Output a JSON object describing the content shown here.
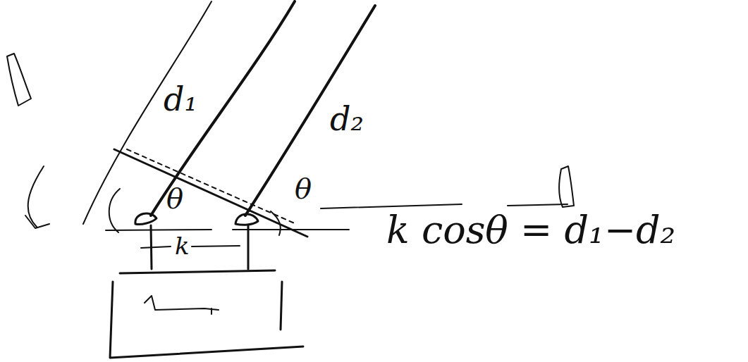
{
  "diagram": {
    "labels": [
      "d₁",
      "d₂",
      "θ",
      "θ",
      "k",
      "k cosθ = d₁−d₂"
    ]
  }
}
